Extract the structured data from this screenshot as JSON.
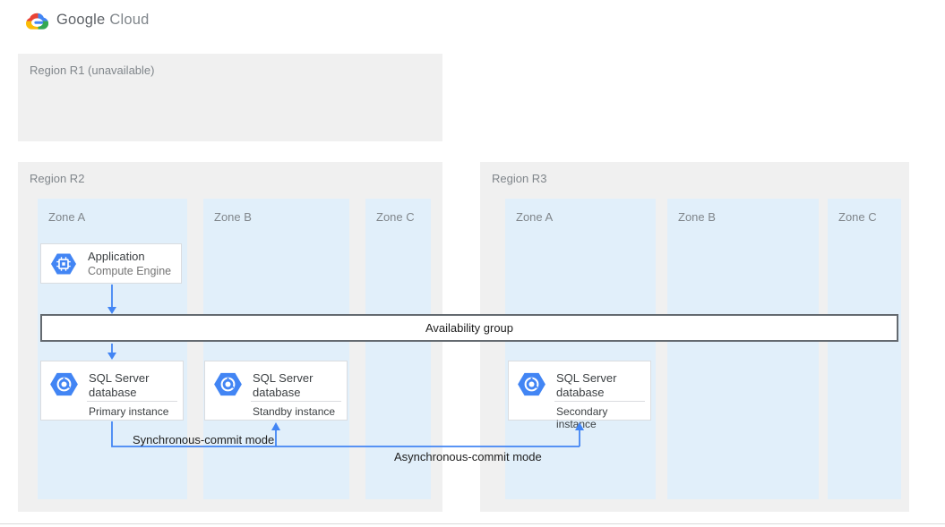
{
  "header": {
    "brand": {
      "word1": "Google",
      "word2": "Cloud"
    }
  },
  "regions": {
    "r1": {
      "label": "Region R1 (unavailable)",
      "zones": []
    },
    "r2": {
      "label": "Region R2",
      "zones": [
        {
          "label": "Zone A"
        },
        {
          "label": "Zone B"
        },
        {
          "label": "Zone C"
        }
      ]
    },
    "r3": {
      "label": "Region R3",
      "zones": [
        {
          "label": "Zone A"
        },
        {
          "label": "Zone B"
        },
        {
          "label": "Zone C"
        }
      ]
    }
  },
  "nodes": {
    "application": {
      "title": "Application",
      "subtitle": "Compute Engine",
      "icon": "compute-engine-icon"
    },
    "availability_group": {
      "label": "Availability group"
    },
    "sql_primary": {
      "title": "SQL Server database",
      "instance": "Primary instance",
      "icon": "cloud-sql-icon"
    },
    "sql_standby": {
      "title": "SQL Server database",
      "instance": "Standby instance",
      "icon": "cloud-sql-icon"
    },
    "sql_secondary": {
      "title": "SQL Server database",
      "instance": "Secondary instance",
      "icon": "cloud-sql-icon"
    }
  },
  "connections": {
    "sync_label": "Synchronous-commit mode",
    "async_label": "Asynchronous-commit mode"
  },
  "colors": {
    "arrow": "#4285f4",
    "region_bg": "#f0f0f0",
    "zone_bg": "#e1effa",
    "card_border": "#dadce0",
    "availability_border": "#646a70",
    "icon_blue": "#4285f4",
    "google_red": "#ea4335",
    "google_blue": "#4285f4",
    "google_yellow": "#fbbc05",
    "google_green": "#34a853"
  }
}
